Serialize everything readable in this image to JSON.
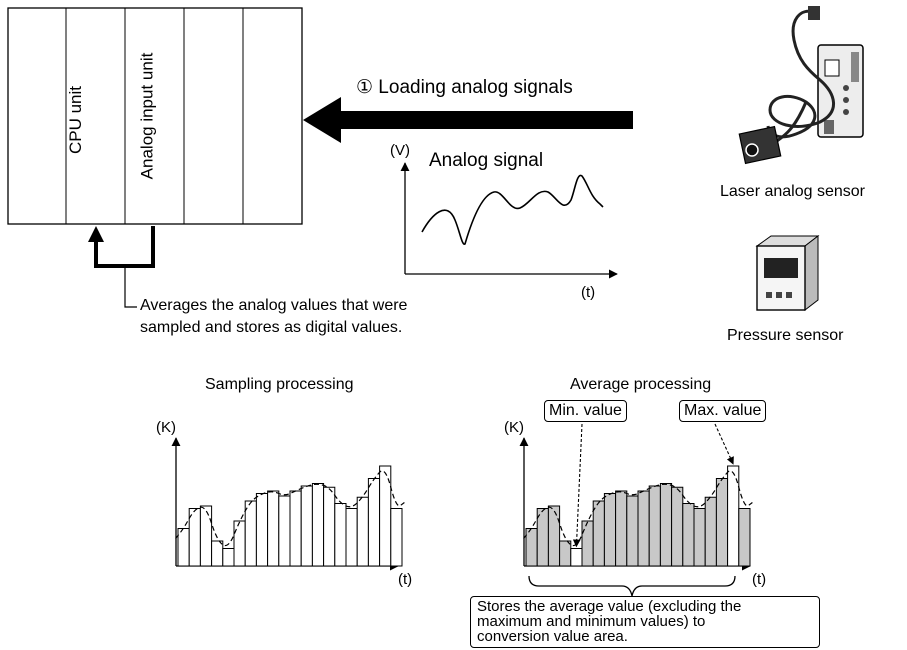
{
  "plc": {
    "slots": [
      "CPU unit",
      "Analog input unit"
    ]
  },
  "arrow_label": "① Loading analog signals",
  "analog_graph": {
    "y_axis_label": "(V)",
    "x_axis_label": "(t)",
    "curve_label": "Analog signal"
  },
  "sensors": {
    "laser": {
      "label": "Laser analog sensor"
    },
    "pressure": {
      "label": "Pressure sensor"
    }
  },
  "averages_note": {
    "line1": "Averages the analog values that were",
    "line2": "sampled and stores as digital values."
  },
  "sampling_chart": {
    "title": "Sampling processing",
    "y_axis_label": "(K)",
    "x_axis_label": "(t)"
  },
  "average_chart": {
    "title": "Average processing",
    "y_axis_label": "(K)",
    "x_axis_label": "(t)",
    "min_callout": "Min. value",
    "max_callout": "Max. value"
  },
  "stores_note": {
    "line1": "Stores the average value (excluding the",
    "line2": "maximum and minimum values) to",
    "line3": "conversion value area."
  },
  "colors": {
    "ink": "#000000",
    "bar_fill_average": "#c8c8c8",
    "panel": "#ffffff"
  },
  "chart_data": {
    "type": "bar",
    "samples": [
      30,
      46,
      48,
      20,
      14,
      36,
      52,
      58,
      60,
      56,
      60,
      64,
      66,
      63,
      50,
      46,
      55,
      70,
      80,
      46
    ],
    "min_index": 4,
    "max_index": 18
  }
}
